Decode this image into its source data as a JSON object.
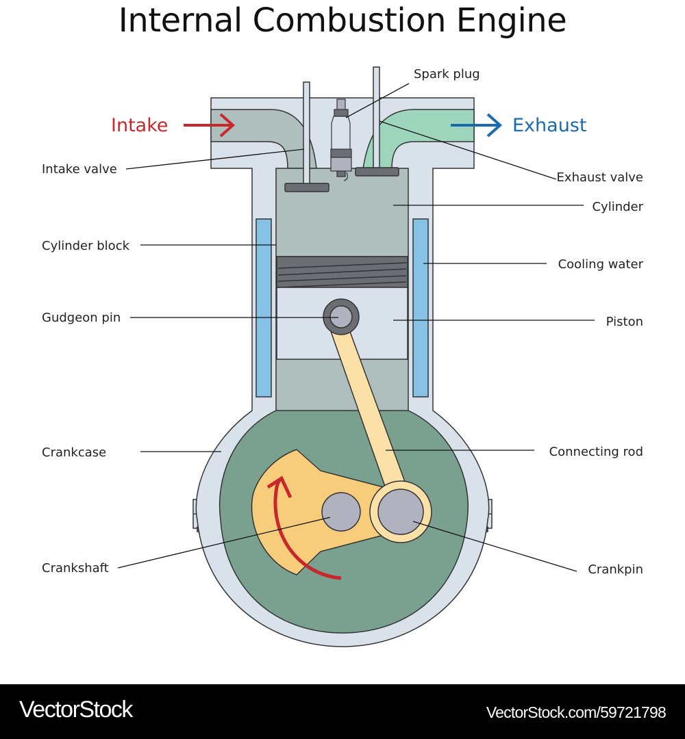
{
  "title": "Internal Combustion Engine",
  "flows": {
    "intake": {
      "label": "Intake",
      "color": "#c8282c"
    },
    "exhaust": {
      "label": "Exhaust",
      "color": "#1a6ab0"
    }
  },
  "labels": {
    "spark_plug": "Spark plug",
    "intake_valve": "Intake valve",
    "exhaust_valve": "Exhaust valve",
    "cylinder": "Cylinder",
    "cylinder_block": "Cylinder block",
    "cooling_water": "Cooling water",
    "gudgeon_pin": "Gudgeon pin",
    "piston": "Piston",
    "crankcase": "Crankcase",
    "connecting_rod": "Connecting rod",
    "crankshaft": "Crankshaft",
    "crankpin": "Crankpin"
  },
  "colors": {
    "block": "#d9e1ea",
    "cylinder_gas": "#aebfbe",
    "exhaust_gas": "#9ed6bd",
    "crankcase_oil": "#7aa08f",
    "cooling_water": "#86c2e6",
    "piston": "#d9e1ea",
    "rings": "#6b6e72",
    "rod": "#fbe0a8",
    "crank": "#f7cd7c",
    "pin": "#b0b3bf",
    "valve": "#6b6e72",
    "rotation_arrow": "#c8282c"
  },
  "footer": {
    "brand": "VectorStock",
    "ref": "VectorStock.com/59721798"
  }
}
